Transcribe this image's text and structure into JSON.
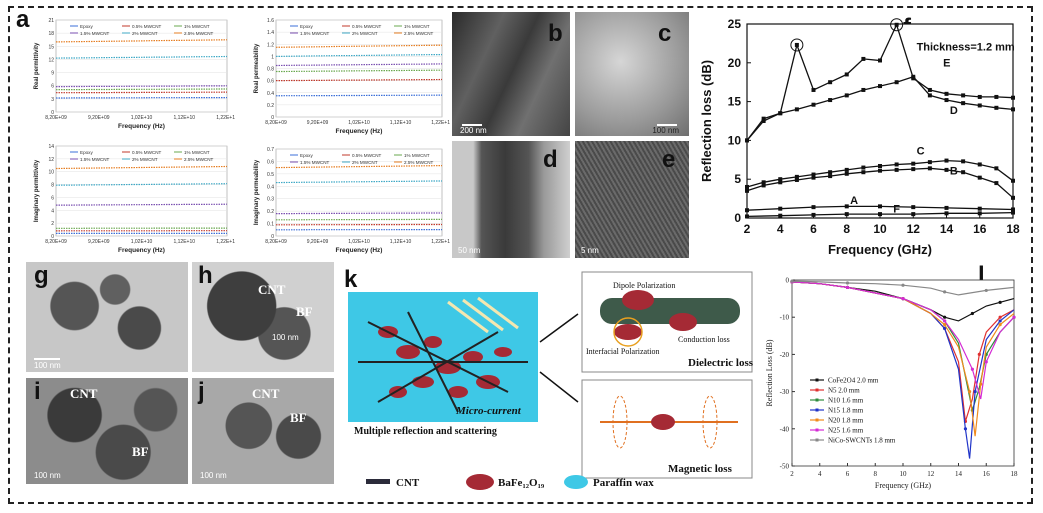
{
  "panel_labels": {
    "a": "a",
    "b": "b",
    "c": "c",
    "d": "d",
    "e": "e",
    "f": "f",
    "g": "g",
    "h": "h",
    "i": "i",
    "j": "j",
    "k": "k",
    "l": "l"
  },
  "a_charts": {
    "xlabel": "Frequency (Hz)",
    "xticks": [
      "8,20E+09",
      "9,20E+09",
      "1,02E+10",
      "1,12E+10",
      "1,22E+10"
    ],
    "legend": [
      "Epoxy",
      "0.5% MWCNT",
      "1% MWCNT",
      "1.5% MWCNT",
      "2% MWCNT",
      "2.5% MWCNT"
    ],
    "colors": [
      "#3b6fd8",
      "#c0392b",
      "#6aa84f",
      "#7a4fb0",
      "#3fa9c6",
      "#e67e22"
    ],
    "real_permittivity": {
      "ylabel": "Real permittivity",
      "ylim": [
        0,
        21
      ],
      "yticks": [
        "0",
        "3",
        "6",
        "9",
        "12",
        "15",
        "18",
        "21"
      ],
      "values": [
        3.2,
        4.4,
        5.1,
        5.8,
        12.3,
        16.0
      ]
    },
    "imag_permittivity": {
      "ylabel": "Imaginary permittivity",
      "ylim": [
        0,
        14
      ],
      "yticks": [
        "0",
        "2",
        "4",
        "6",
        "8",
        "10",
        "12",
        "14"
      ],
      "values": [
        0.4,
        0.8,
        1.2,
        4.8,
        7.9,
        10.5
      ]
    },
    "real_permeability": {
      "ylabel": "Real permeability",
      "ylim": [
        0,
        1.6
      ],
      "yticks": [
        "0",
        "0.2",
        "0.4",
        "0.6",
        "0.8",
        "1",
        "1.2",
        "1.4",
        "1.6"
      ],
      "values": [
        0.35,
        0.6,
        0.75,
        0.85,
        1.0,
        1.15
      ]
    },
    "imag_permeability": {
      "ylabel": "Imaginary permeability",
      "ylim": [
        0,
        0.7
      ],
      "yticks": [
        "0",
        "0.1",
        "0.2",
        "0.3",
        "0.4",
        "0.5",
        "0.6",
        "0.7"
      ],
      "values": [
        0.05,
        0.09,
        0.13,
        0.18,
        0.43,
        0.55
      ]
    }
  },
  "f_chart": {
    "type": "line",
    "xlabel": "Frequency (GHz)",
    "ylabel": "Reflection loss (dB)",
    "annotation": "Thickness=1.2 mm",
    "xlim": [
      2,
      18
    ],
    "ylim": [
      0,
      25
    ],
    "xticks": [
      "2",
      "4",
      "6",
      "8",
      "10",
      "12",
      "14",
      "16",
      "18"
    ],
    "yticks": [
      "0",
      "5",
      "10",
      "15",
      "20",
      "25"
    ],
    "series": [
      {
        "name": "E",
        "x": [
          2,
          3,
          4,
          5,
          6,
          7,
          8,
          9,
          10,
          11,
          12,
          13,
          14,
          15,
          16,
          17,
          18
        ],
        "y": [
          10,
          12.8,
          13.5,
          22.3,
          16.5,
          17.5,
          18.5,
          20.5,
          20.3,
          24.9,
          18,
          16.5,
          16,
          15.8,
          15.6,
          15.6,
          15.5
        ]
      },
      {
        "name": "D",
        "x": [
          2,
          3,
          4,
          5,
          6,
          7,
          8,
          9,
          10,
          11,
          12,
          13,
          14,
          15,
          16,
          17,
          18
        ],
        "y": [
          10,
          12.5,
          13.5,
          14,
          14.6,
          15.2,
          15.8,
          16.5,
          17,
          17.5,
          18.2,
          15.8,
          15.2,
          14.8,
          14.5,
          14.2,
          14
        ]
      },
      {
        "name": "C",
        "x": [
          2,
          3,
          4,
          5,
          6,
          7,
          8,
          9,
          10,
          11,
          12,
          13,
          14,
          15,
          16,
          17,
          18
        ],
        "y": [
          4,
          4.6,
          5,
          5.3,
          5.6,
          5.9,
          6.2,
          6.5,
          6.7,
          6.9,
          7,
          7.2,
          7.4,
          7.3,
          6.9,
          6.4,
          4.8
        ]
      },
      {
        "name": "B",
        "x": [
          2,
          3,
          4,
          5,
          6,
          7,
          8,
          9,
          10,
          11,
          12,
          13,
          14,
          15,
          16,
          17,
          18
        ],
        "y": [
          3.5,
          4.2,
          4.6,
          4.9,
          5.2,
          5.4,
          5.7,
          5.9,
          6.1,
          6.2,
          6.3,
          6.4,
          6.2,
          5.9,
          5.2,
          4.5,
          2.6
        ]
      },
      {
        "name": "A",
        "x": [
          2,
          4,
          6,
          8,
          10,
          12,
          14,
          16,
          18
        ],
        "y": [
          1,
          1.2,
          1.4,
          1.5,
          1.5,
          1.4,
          1.3,
          1.2,
          1.1
        ]
      },
      {
        "name": "F",
        "x": [
          2,
          4,
          6,
          8,
          10,
          12,
          14,
          16,
          18
        ],
        "y": [
          0.2,
          0.3,
          0.4,
          0.5,
          0.5,
          0.5,
          0.6,
          0.6,
          0.7
        ]
      }
    ]
  },
  "l_chart": {
    "type": "line",
    "xlabel": "Frequency (GHz)",
    "ylabel": "Reflection Loss (dB)",
    "xlim": [
      2,
      18
    ],
    "ylim": [
      -50,
      0
    ],
    "xticks": [
      "2",
      "4",
      "6",
      "8",
      "10",
      "12",
      "14",
      "16",
      "18"
    ],
    "yticks": [
      "0",
      "-10",
      "-20",
      "-30",
      "-40",
      "-50"
    ],
    "series": [
      {
        "name": "CoFe2O4 2.0 mm",
        "color": "#111111",
        "x": [
          2,
          4,
          6,
          8,
          10,
          12,
          13,
          14,
          15,
          16,
          17,
          18
        ],
        "y": [
          -0.5,
          -1,
          -2,
          -3,
          -5,
          -8,
          -10,
          -11,
          -9,
          -7,
          -6,
          -5
        ]
      },
      {
        "name": "N5 2.0 mm",
        "color": "#e03030",
        "x": [
          2,
          4,
          6,
          8,
          10,
          12,
          13,
          14,
          14.5,
          15,
          15.5,
          16,
          17,
          18
        ],
        "y": [
          -0.5,
          -1,
          -2,
          -3.5,
          -5,
          -9,
          -13,
          -22,
          -38,
          -32,
          -20,
          -14,
          -10,
          -8
        ]
      },
      {
        "name": "N10 1.6 mm",
        "color": "#2e8b3c",
        "x": [
          2,
          4,
          6,
          8,
          10,
          12,
          13,
          14,
          15,
          15.5,
          16,
          17,
          18
        ],
        "y": [
          -0.5,
          -1,
          -2,
          -3.5,
          -5,
          -8,
          -11,
          -17,
          -35,
          -29,
          -20,
          -14,
          -10
        ]
      },
      {
        "name": "N15 1.8 mm",
        "color": "#2034c8",
        "x": [
          2,
          4,
          6,
          8,
          10,
          12,
          13,
          14,
          14.5,
          14.8,
          15.2,
          16,
          17,
          18
        ],
        "y": [
          -0.5,
          -1,
          -2,
          -3.5,
          -5,
          -9,
          -13,
          -24,
          -40,
          -48,
          -30,
          -16,
          -11,
          -8
        ]
      },
      {
        "name": "N20 1.8 mm",
        "color": "#f08a1c",
        "x": [
          2,
          4,
          6,
          8,
          10,
          12,
          13,
          14,
          14.8,
          15.2,
          15.6,
          16,
          17,
          18
        ],
        "y": [
          -0.5,
          -1,
          -2,
          -3.5,
          -5,
          -9,
          -12,
          -18,
          -30,
          -42,
          -28,
          -18,
          -12,
          -9
        ]
      },
      {
        "name": "N25 1.6 mm",
        "color": "#d42ad4",
        "x": [
          2,
          4,
          6,
          8,
          10,
          12,
          13,
          14,
          15,
          15.6,
          16,
          17,
          18
        ],
        "y": [
          -0.5,
          -1,
          -2,
          -3.5,
          -5,
          -8,
          -11,
          -16,
          -24,
          -32,
          -22,
          -14,
          -10
        ]
      },
      {
        "name": "NiCo-SWCNTs 1.8 mm",
        "color": "#888888",
        "x": [
          2,
          4,
          6,
          8,
          10,
          12,
          13,
          14,
          16,
          18
        ],
        "y": [
          -0.3,
          -0.5,
          -0.8,
          -1,
          -1.4,
          -2.2,
          -3.2,
          -4,
          -2.8,
          -2
        ]
      }
    ]
  },
  "tem_labels": {
    "h_cnt": "CNT",
    "h_bf": "BF",
    "i_cnt": "CNT",
    "i_bf": "BF",
    "j_cnt": "CNT",
    "j_bf": "BF",
    "scale_100nm": "100 nm",
    "c_scale": "100 nm",
    "b_scale": "200 nm",
    "d_scale": "50 nm",
    "e_scale": "5 nm"
  },
  "k_diagram": {
    "micro_current": "Micro-current",
    "multiple_reflection": "Multiple reflection and scattering",
    "dipole": "Dipole Polarization",
    "conduction": "Conduction loss",
    "interfacial": "Interfacial Polarization",
    "dielectric": "Dielectric loss",
    "magnetic": "Magnetic loss",
    "legend_cnt": "CNT",
    "legend_bafe": "BaFe₁₂O₁₉",
    "legend_paraffin": "Paraffin wax"
  }
}
